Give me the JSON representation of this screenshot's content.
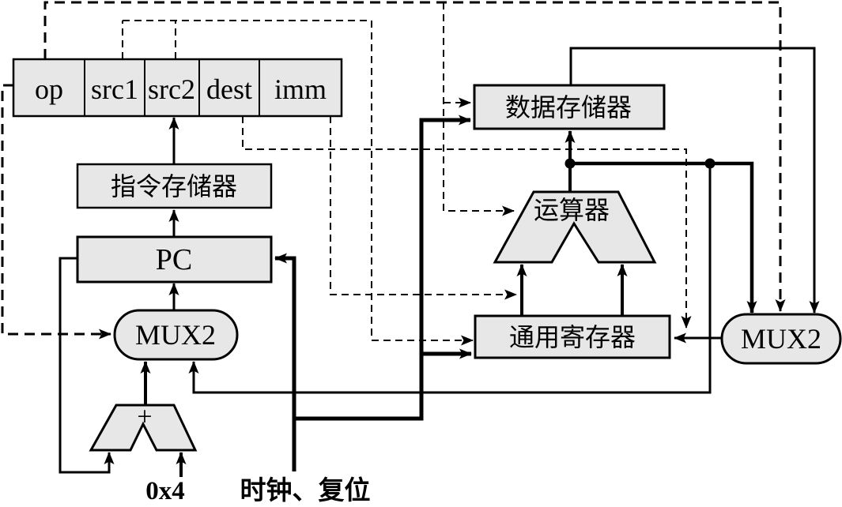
{
  "colors": {
    "background": "#ffffff",
    "box_fill": "#e7e7e7",
    "line": "#000000"
  },
  "instruction_word": {
    "fields": [
      "op",
      "src1",
      "src2",
      "dest",
      "imm"
    ]
  },
  "blocks": {
    "instruction_memory": "指令存储器",
    "pc": "PC",
    "pc_mux": "MUX2",
    "adder_sign": "+",
    "data_memory": "数据存储器",
    "alu": "运算器",
    "register_file": "通用寄存器",
    "writeback_mux": "MUX2"
  },
  "labels": {
    "pc_increment": "0x4",
    "clock_reset": "时钟、复位"
  }
}
